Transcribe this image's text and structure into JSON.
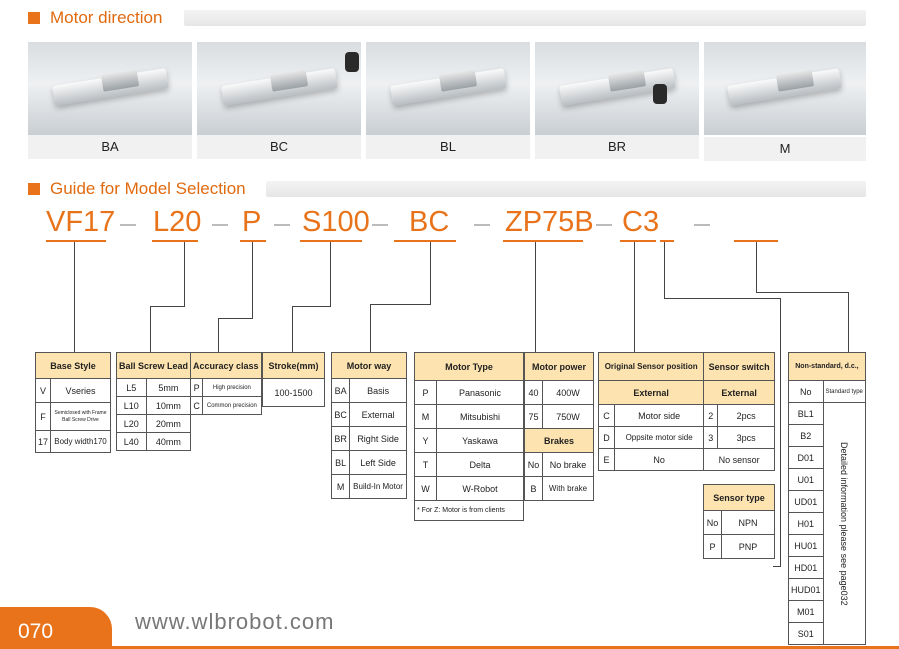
{
  "motor_direction": {
    "title": "Motor direction",
    "variants": [
      "BA",
      "BC",
      "BL",
      "BR",
      "M"
    ]
  },
  "model_selection": {
    "title": "Guide for Model Selection",
    "code_parts": [
      "VF17",
      "L20",
      "P",
      "S100",
      "BC",
      "ZP75B",
      "C3"
    ]
  },
  "tables": {
    "base_style": {
      "header": "Base Style",
      "rows": [
        [
          "V",
          "Vseries"
        ],
        [
          "F",
          "Semiclosed with Frame Ball Screw Drive"
        ],
        [
          "17",
          "Body width170"
        ]
      ]
    },
    "ball_screw": {
      "header": "Ball Screw Lead",
      "rows": [
        [
          "L5",
          "5mm"
        ],
        [
          "L10",
          "10mm"
        ],
        [
          "L20",
          "20mm"
        ],
        [
          "L40",
          "40mm"
        ]
      ]
    },
    "accuracy": {
      "header": "Accuracy class",
      "rows": [
        [
          "P",
          "High precision"
        ],
        [
          "C",
          "Common precision"
        ]
      ]
    },
    "stroke": {
      "header": "Stroke(mm)",
      "value": "100-1500"
    },
    "motor_way": {
      "header": "Motor way",
      "rows": [
        [
          "BA",
          "Basis"
        ],
        [
          "BC",
          "External"
        ],
        [
          "BR",
          "Right Side"
        ],
        [
          "BL",
          "Left Side"
        ],
        [
          "M",
          "Build-In Motor"
        ]
      ]
    },
    "motor_type": {
      "header": "Motor Type",
      "rows": [
        [
          "P",
          "Panasonic"
        ],
        [
          "M",
          "Mitsubishi"
        ],
        [
          "Y",
          "Yaskawa"
        ],
        [
          "T",
          "Delta"
        ],
        [
          "W",
          "W-Robot"
        ]
      ],
      "note": "* For Z: Motor is from clients"
    },
    "motor_power": {
      "header": "Motor power",
      "rows": [
        [
          "40",
          "400W"
        ],
        [
          "75",
          "750W"
        ]
      ]
    },
    "brakes": {
      "header": "Brakes",
      "rows": [
        [
          "No",
          "No brake"
        ],
        [
          "B",
          "With brake"
        ]
      ]
    },
    "sensor_position": {
      "header": "Original Sensor position",
      "sub": "External",
      "rows": [
        [
          "C",
          "Motor side"
        ],
        [
          "D",
          "Oppsite motor side"
        ],
        [
          "E",
          "No"
        ]
      ]
    },
    "sensor_switch": {
      "header": "Sensor switch",
      "sub": "External",
      "rows": [
        [
          "2",
          "2pcs"
        ],
        [
          "3",
          "3pcs"
        ]
      ],
      "none": "No sensor"
    },
    "sensor_type": {
      "header": "Sensor type",
      "rows": [
        [
          "No",
          "NPN"
        ],
        [
          "P",
          "PNP"
        ]
      ]
    },
    "non_standard": {
      "header": "Non-standard, d.c.,",
      "first": [
        "No",
        "Standard type"
      ],
      "codes": [
        "BL1",
        "B2",
        "D01",
        "U01",
        "UD01",
        "H01",
        "HU01",
        "HD01",
        "HUD01",
        "M01",
        "S01"
      ],
      "note": "Detailed information please see page032"
    }
  },
  "footer": {
    "page_number": "070",
    "url": "www.wlbrobot.com"
  },
  "colors": {
    "accent": "#e8731a",
    "table_header": "#fde3b0"
  }
}
